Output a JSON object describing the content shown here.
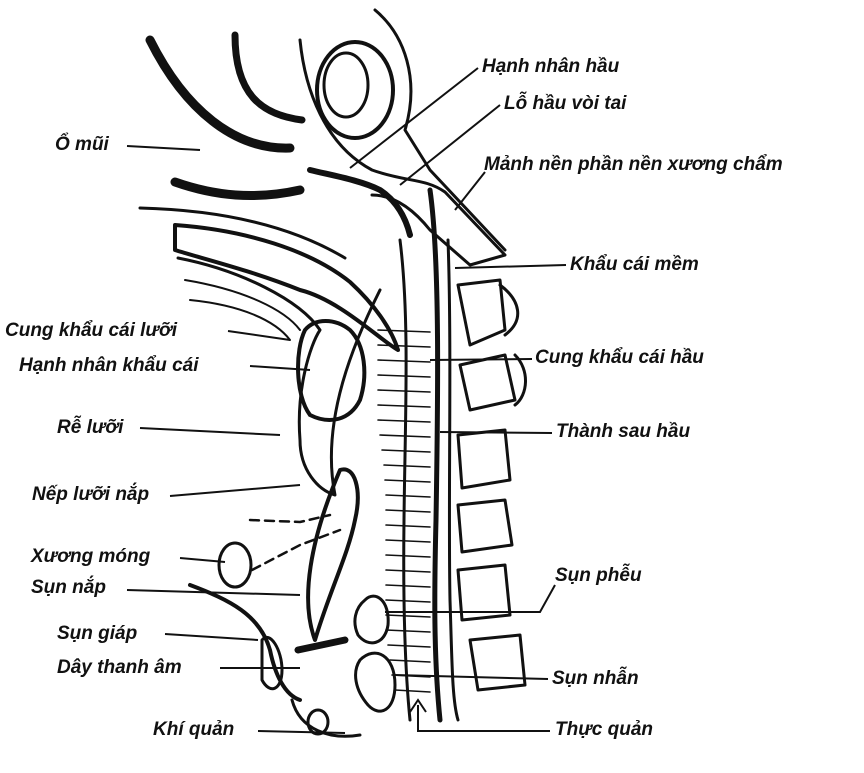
{
  "labels": {
    "o_mui": "Ổ mũi",
    "hanh_nhan_hau": "Hạnh nhân hầu",
    "le_hau_voi_tai": "Lỗ hầu vòi tai",
    "manh_nen": "Mảnh nền phần nền xương chẩm",
    "khau_cai_mem": "Khẩu cái mềm",
    "cung_khau_cai_luoi": "Cung khẩu cái lưỡi",
    "hanh_nhan_khau_cai": "Hạnh nhân khẩu cái",
    "cung_khau_cai_hau": "Cung khẩu cái hầu",
    "re_luoi": "Rễ lưỡi",
    "thanh_sau_hau": "Thành sau hầu",
    "nep_luoi_nap": "Nếp lưỡi nắp",
    "xuong_mong": "Xương móng",
    "sun_nap": "Sụn nắp",
    "sun_pheu": "Sụn phễu",
    "sun_giap": "Sụn giáp",
    "day_thanh_am": "Dây thanh âm",
    "sun_nhan": "Sụn nhẫn",
    "khi_quan": "Khí quản",
    "thuc_quan": "Thực quản"
  },
  "colors": {
    "ink": "#111111",
    "background": "#ffffff"
  }
}
